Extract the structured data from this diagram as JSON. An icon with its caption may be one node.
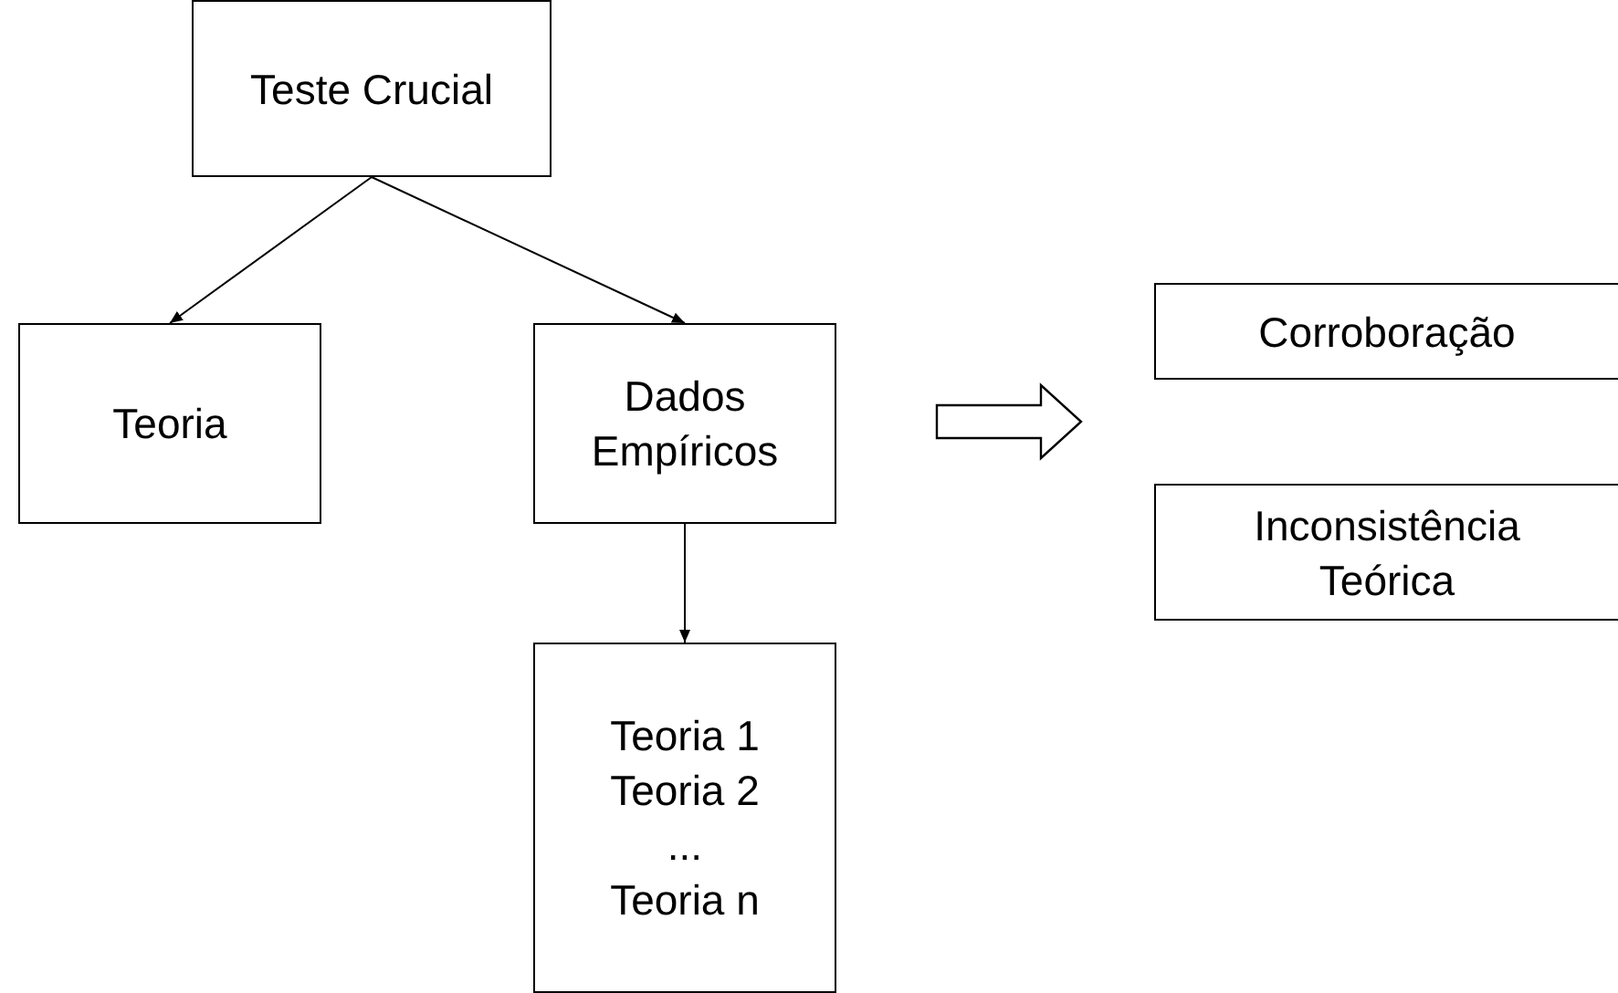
{
  "diagram": {
    "nodes": [
      {
        "text": [
          "Teste Crucial"
        ]
      },
      {
        "text": [
          "Teoria"
        ]
      },
      {
        "text": [
          "Dados Empíricos"
        ]
      },
      {
        "text": [
          "Teoria 1",
          "Teoria 2",
          "...",
          "Teoria n"
        ]
      },
      {
        "text": [
          "Corroboração"
        ]
      },
      {
        "text": [
          "Inconsistência Teórica"
        ]
      }
    ],
    "edges": [
      {
        "from": 0,
        "to": 1,
        "arrow": "to"
      },
      {
        "from": 0,
        "to": 2,
        "arrow": "to"
      },
      {
        "from": 2,
        "to": 3,
        "arrow": "to"
      }
    ]
  }
}
